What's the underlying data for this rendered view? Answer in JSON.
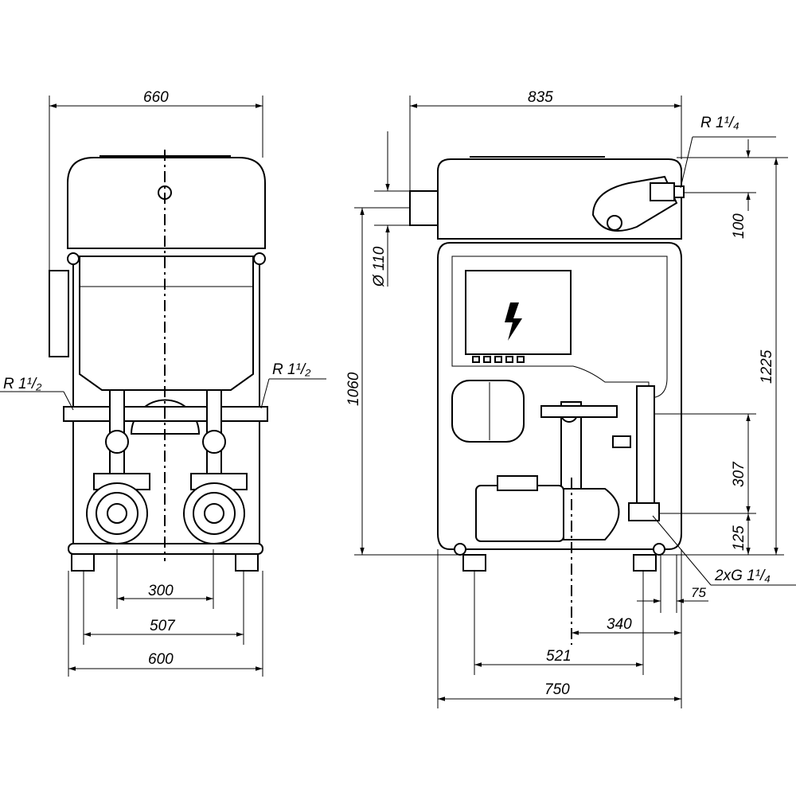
{
  "title": "Pressure booster set – dimension drawing",
  "front_view": {
    "width_overall": "660",
    "connection_left": "R 1¹/₂",
    "connection_right": "R 1¹/₂",
    "pump_spacing": "300",
    "feet_spacing": "507",
    "base_width": "600"
  },
  "side_view": {
    "depth_overall": "835",
    "inlet_thread": "R 1¹/₄",
    "inlet_offset": "100",
    "pipe_diameter": "Ø 110",
    "pipe_height": "1060",
    "overall_height": "1225",
    "outlet_height": "307",
    "outlet_base": "125",
    "outlet_thread": "2xG 1¹/₄",
    "outlet_edge_offset": "75",
    "pump_axis_offset": "340",
    "feet_spacing": "521",
    "base_depth": "750"
  },
  "control_panel_icon": "lightning-bolt-icon"
}
